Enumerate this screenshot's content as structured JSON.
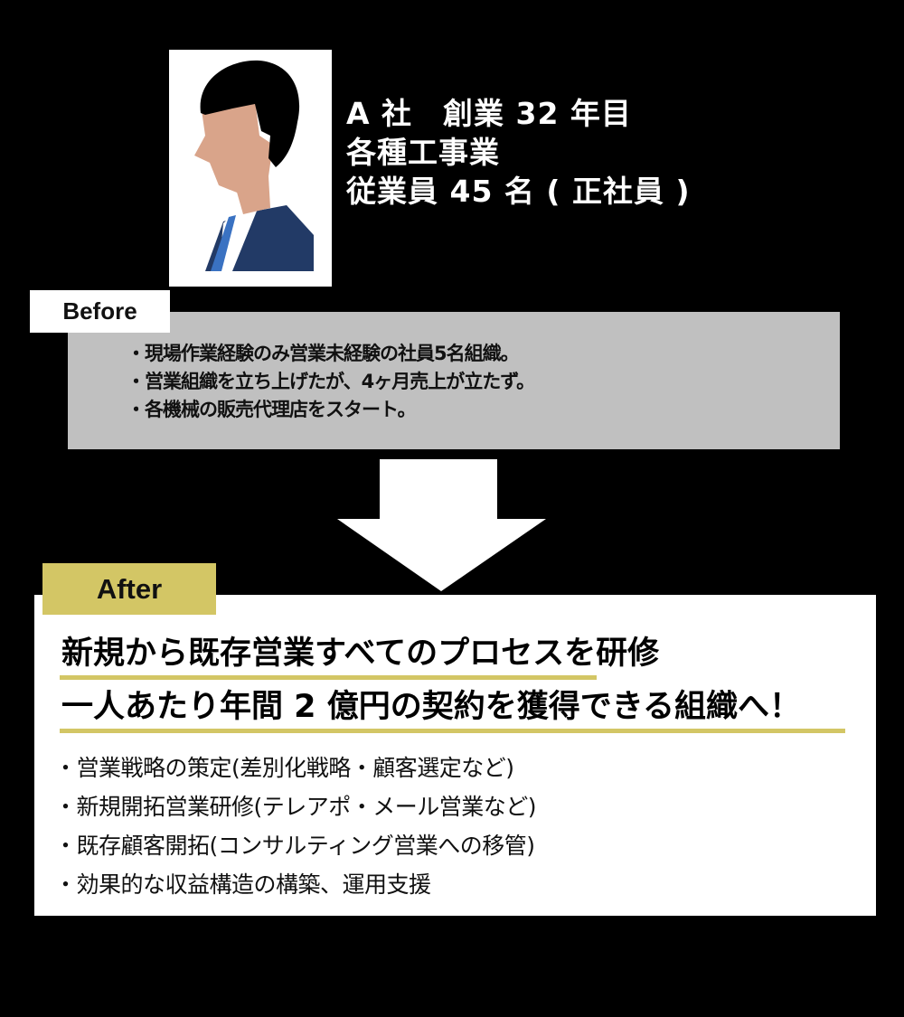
{
  "company": {
    "line1": "A 社　創業 32 年目",
    "line2": "各種工事業",
    "line3": "従業員 45 名 ( 正社員 )",
    "avatar_icon": "businessman-profile-icon"
  },
  "before": {
    "label": "Before",
    "items": [
      "・現場作業経験のみ営業未経験の社員5名組織。",
      "・営業組織を立ち上げたが、4ヶ月売上が立たず。",
      "・各機械の販売代理店をスタート。"
    ]
  },
  "arrow_icon": "down-arrow-icon",
  "after": {
    "label": "After",
    "headline_1": "新規から既存営業すべてのプロセスを研修",
    "headline_2": "一人あたり年間 2 億円の契約を獲得できる組織へ！",
    "items": [
      "・営業戦略の策定(差別化戦略・顧客選定など)",
      "・新規開拓営業研修(テレアポ・メール営業など)",
      "・既存顧客開拓(コンサルティング営業への移管)",
      "・効果的な収益構造の構築、運用支援"
    ]
  },
  "colors": {
    "background": "#000000",
    "before_box": "#c0c0c0",
    "accent_gold": "#d3c665",
    "suit_navy": "#223a66",
    "tie_blue": "#3a72c2",
    "skin": "#d9a48a"
  }
}
